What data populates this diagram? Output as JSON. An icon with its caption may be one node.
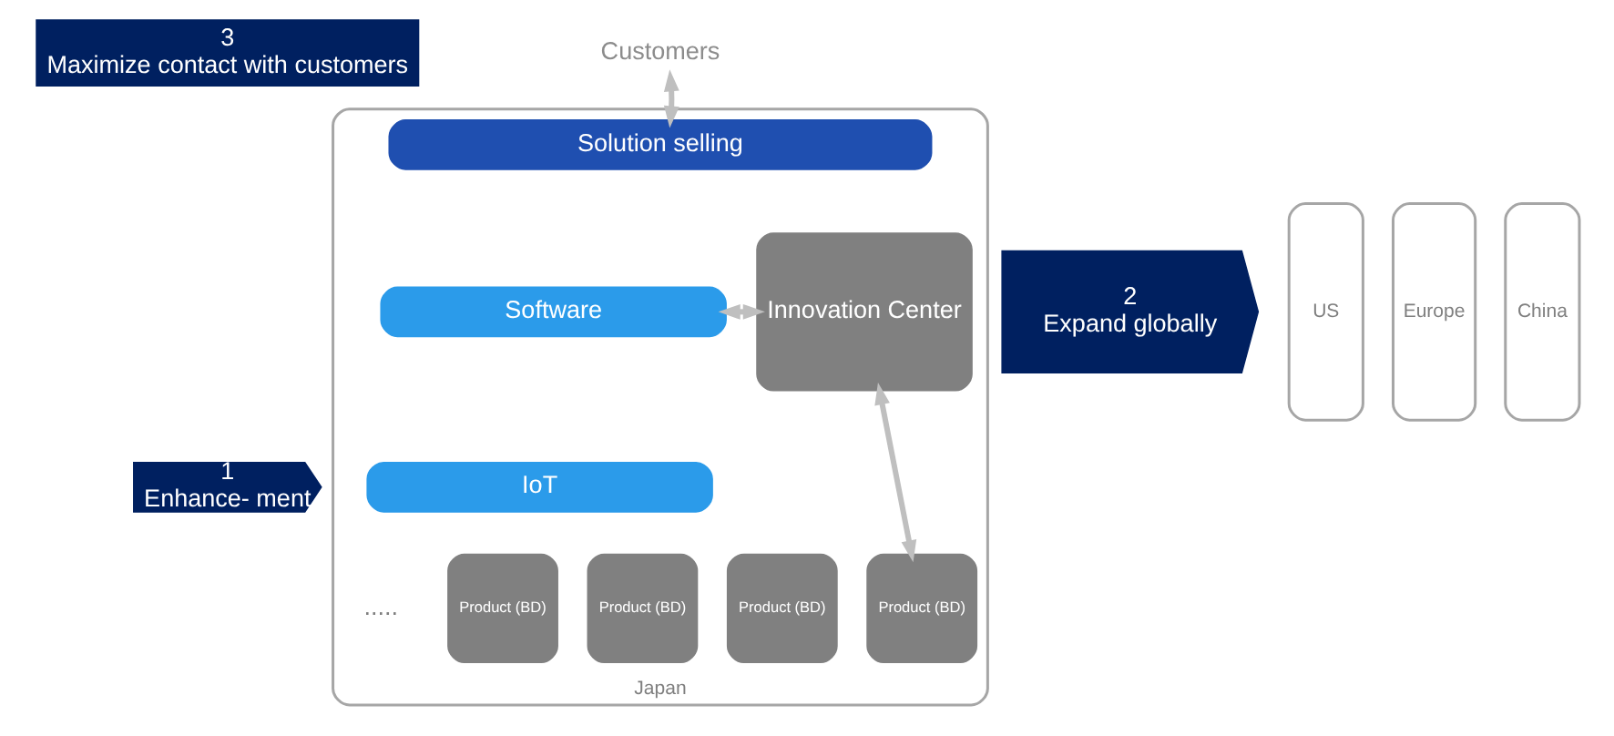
{
  "diagram": {
    "nodes": [
      {
        "text": [
          "Japan"
        ]
      },
      {
        "text": [
          "Customers"
        ]
      },
      {
        "text": [
          "3",
          "Maximize contact with customers"
        ]
      },
      {
        "text": [
          "Solution selling"
        ],
        "in": 0
      },
      {
        "text": [
          "1",
          "Enhance- ment"
        ]
      },
      {
        "text": [
          "Software"
        ],
        "in": 0
      },
      {
        "text": [
          "IoT"
        ],
        "in": 0
      },
      {
        "text": [
          "Product (BD)"
        ],
        "in": 0
      },
      {
        "text": [
          "Product (BD)"
        ],
        "in": 0
      },
      {
        "text": [
          "Product (BD)"
        ],
        "in": 0
      },
      {
        "text": [
          "Product (BD)"
        ],
        "in": 0
      },
      {
        "text": [
          "Innovation Center"
        ],
        "in": 0
      },
      {
        "text": [
          "2",
          "Expand globally"
        ]
      },
      {
        "text": [
          "US"
        ]
      },
      {
        "text": [
          "Europe"
        ]
      },
      {
        "text": [
          "China"
        ]
      }
    ],
    "edges": [
      {
        "from": 1,
        "to": 0,
        "arrow": "both"
      },
      {
        "from": 5,
        "to": 11,
        "arrow": "both"
      },
      {
        "from": 10,
        "to": 11,
        "arrow": "both"
      }
    ],
    "labels": [
      "....."
    ]
  }
}
